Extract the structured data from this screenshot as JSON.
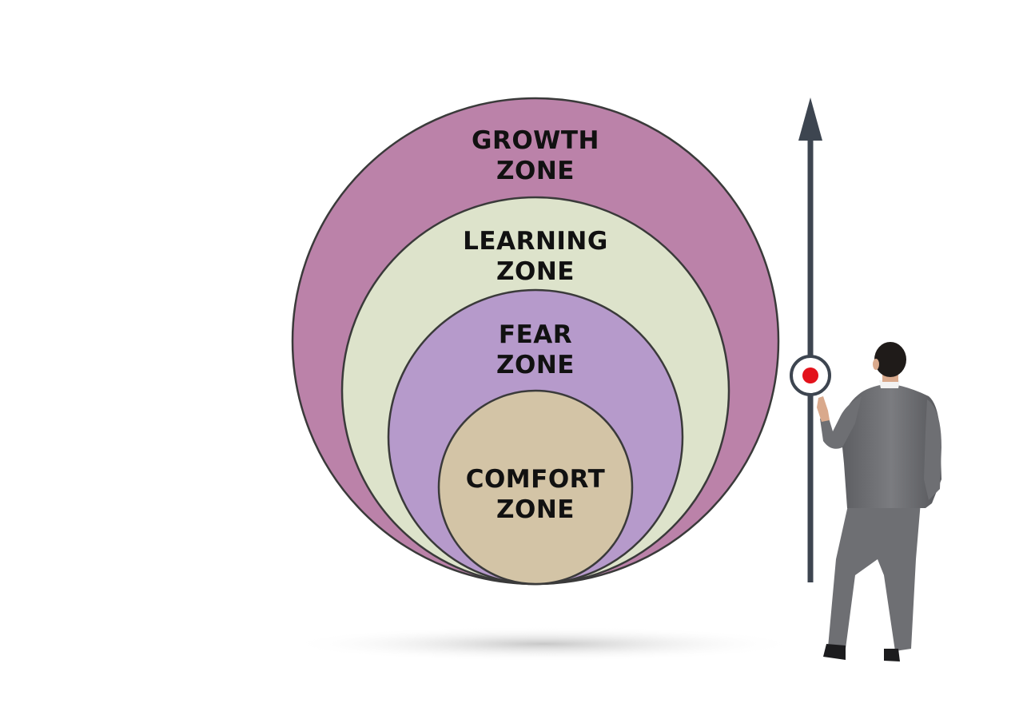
{
  "zones": [
    {
      "line1": "GROWTH",
      "line2": "ZONE",
      "color": "#bb82a9"
    },
    {
      "line1": "LEARNING",
      "line2": "ZONE",
      "color": "#dde3cb"
    },
    {
      "line1": "FEAR",
      "line2": "ZONE",
      "color": "#b69acb"
    },
    {
      "line1": "COMFORT",
      "line2": "ZONE",
      "color": "#d3c4a6"
    }
  ],
  "colors": {
    "outline": "#3a3a3a",
    "arrow": "#3d4550",
    "marker_dot": "#e3121b",
    "suit": "#6e6f73",
    "hair": "#1f1b19",
    "skin": "#d9a98c"
  },
  "icons": {
    "arrow": "up-arrow-icon",
    "marker": "target-marker-icon",
    "person": "businessman-figure"
  }
}
